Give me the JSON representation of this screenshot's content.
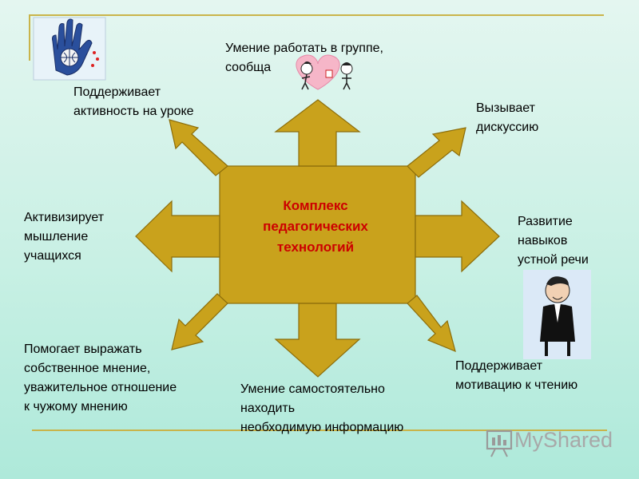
{
  "center": {
    "title": "Комплекс\nпедагогических\nтехнологий"
  },
  "labels": {
    "top": "Умение работать в группе,\n сообща",
    "top_left": "Поддерживает\nактивность на уроке",
    "top_right": "Вызывает\nдискуссию",
    "left": "Активизирует\n мышление\n учащихся",
    "right": "Развитие\nнавыков\nустной речи",
    "bottom_left": "Помогает выражать\nсобственное мнение,\nуважительное отношение\nк чужому мнению",
    "bottom": "Умение самостоятельно\nнаходить\nнеобходимую информацию",
    "bottom_right": "Поддерживает\nмотивацию к чтению"
  },
  "watermark": {
    "text": "MyShared"
  },
  "colors": {
    "shape_fill": "#c9a21c",
    "shape_stroke": "#8c6d0a",
    "center_text": "#cc0000",
    "rule_lines": "#c9b44a"
  },
  "icons": [
    "hand-globe-icon",
    "children-heart-icon",
    "businessman-icon",
    "watermark-presentation-icon"
  ]
}
